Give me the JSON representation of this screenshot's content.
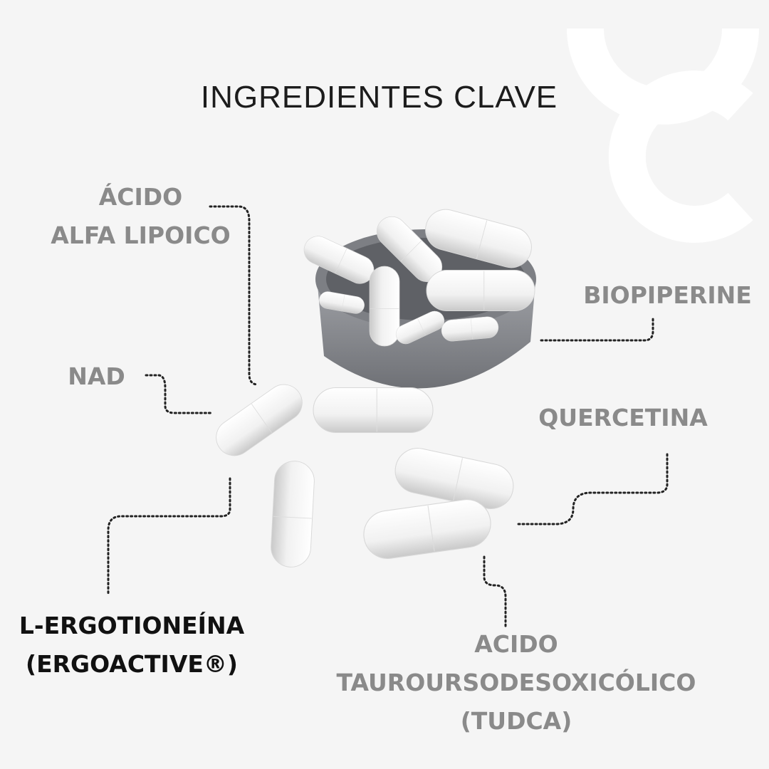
{
  "title": "INGREDIENTES CLAVE",
  "ingredients": {
    "ala": [
      "ÁCIDO",
      "ALFA LIPOICO"
    ],
    "nad": "NAD",
    "ergo": [
      "L-ERGOTIONEÍNA",
      "(ERGOACTIVE®)"
    ],
    "biopiperine": "BIOPIPERINE",
    "quercetina": "QUERCETINA",
    "tudca": [
      "ACIDO",
      "TAUROURSODESOXICÓLICO",
      "(TUDCA)"
    ]
  },
  "colors": {
    "label": "#8a8a8a",
    "highlight": "#111111",
    "background": "#f5f5f5",
    "cap": "#8d8f94"
  }
}
